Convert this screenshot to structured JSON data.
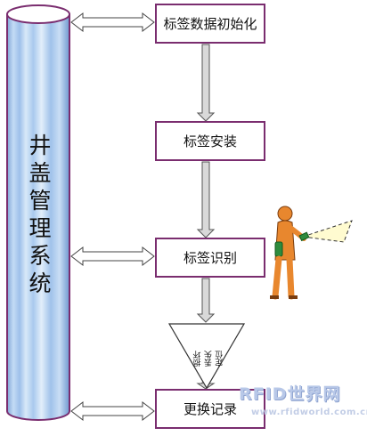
{
  "system": {
    "label": "井盖管理系统"
  },
  "steps": [
    {
      "label": "标签数据初始化"
    },
    {
      "label": "标签安装"
    },
    {
      "label": "标签识别"
    },
    {
      "label": "更换记录"
    }
  ],
  "decision": {
    "lines": [
      "定位",
      "丢失",
      "损坏"
    ]
  },
  "watermark": {
    "brand": "RFID世界网",
    "url": "www.rfidworld.com.cn"
  },
  "colors": {
    "box_border": "#7a2d6f",
    "arrow_fill": "#d9d9d9",
    "cylinder_main": "#a9c7ec",
    "worker": "#e8872e"
  },
  "icons": [
    "worker-with-scanner-icon",
    "double-headed-arrow",
    "down-arrow",
    "decision-triangle"
  ]
}
